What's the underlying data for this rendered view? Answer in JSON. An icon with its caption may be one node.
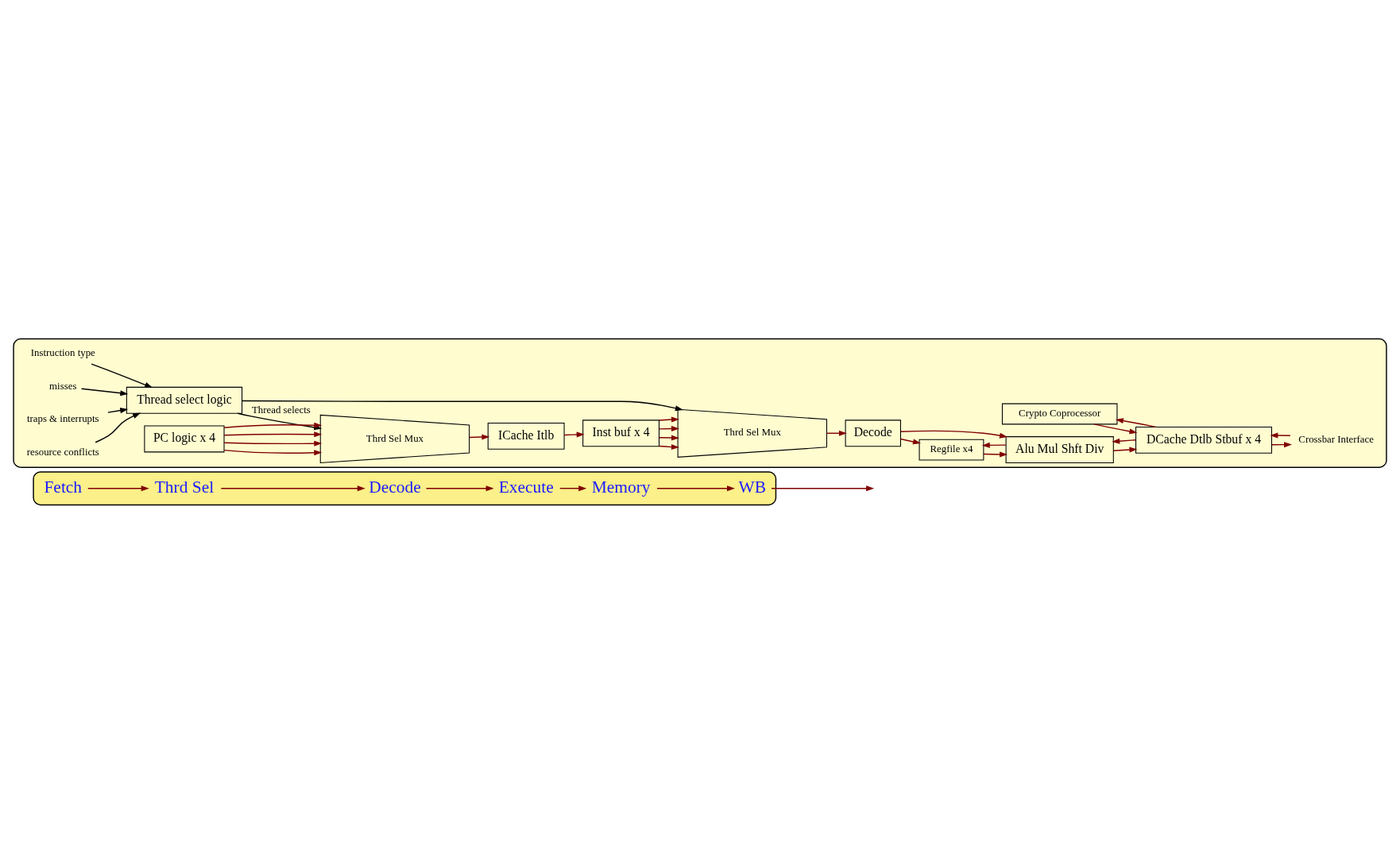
{
  "diagram": {
    "nodes": [
      {
        "text": [],
        "shape": "band"
      },
      {
        "text": [
          "Fetch"
        ],
        "in": 0
      },
      {
        "text": [
          "Thrd Sel"
        ],
        "in": 0
      },
      {
        "text": [
          "Decode"
        ],
        "in": 0
      },
      {
        "text": [
          "Execute"
        ],
        "in": 0
      },
      {
        "text": [
          "Memory"
        ],
        "in": 0
      },
      {
        "text": [
          "WB"
        ],
        "in": 0
      },
      {
        "text": [],
        "shape": "box"
      },
      {
        "text": [
          "ICache Itlb"
        ],
        "in": 7
      },
      {
        "text": [
          "Inst buf x 4"
        ],
        "in": 7
      },
      {
        "text": [
          "Thrd Sel Mux"
        ],
        "in": 7
      },
      {
        "text": [
          "Decode"
        ],
        "in": 7
      },
      {
        "text": [
          "Regfile x4"
        ],
        "in": 7
      },
      {
        "text": [
          "Alu Mul Shft Div"
        ],
        "in": 7
      },
      {
        "text": [
          "Crypto Coprocessor"
        ],
        "in": 7
      },
      {
        "text": [
          "DCache Dtlb Stbuf x 4"
        ],
        "in": 7
      },
      {
        "text": [
          "Crossbar Interface"
        ],
        "in": 7
      },
      {
        "text": [
          "Thread select logic"
        ],
        "in": 7
      },
      {
        "text": [
          "Instruction type"
        ],
        "in": 7
      },
      {
        "text": [
          "misses"
        ],
        "in": 7
      },
      {
        "text": [
          "traps & interrupts"
        ],
        "in": 7
      },
      {
        "text": [
          "resource conflicts"
        ],
        "in": 7
      },
      {
        "text": [
          "Thrd Sel Mux"
        ],
        "in": 7
      },
      {
        "text": [
          "PC logic x 4"
        ],
        "in": 7
      }
    ],
    "edges": [
      {
        "from": 1,
        "to": 2,
        "arrow": "to"
      },
      {
        "from": 2,
        "to": 3,
        "arrow": "to"
      },
      {
        "from": 3,
        "to": 4,
        "arrow": "to"
      },
      {
        "from": 4,
        "to": 5,
        "arrow": "to"
      },
      {
        "from": 5,
        "to": 6,
        "arrow": "to"
      },
      {
        "from": 6,
        "to": null,
        "arrow": "to"
      },
      {
        "from": 8,
        "to": 9,
        "arrow": "to"
      },
      {
        "from": 9,
        "to": 10,
        "arrow": "to"
      },
      {
        "from": 9,
        "to": 10,
        "arrow": "to"
      },
      {
        "from": 9,
        "to": 10,
        "arrow": "to"
      },
      {
        "from": 9,
        "to": 10,
        "arrow": "to"
      },
      {
        "from": 10,
        "to": 11,
        "arrow": "to"
      },
      {
        "from": 11,
        "to": 12,
        "arrow": "to"
      },
      {
        "from": 12,
        "to": 13,
        "arrow": "to"
      },
      {
        "from": 13,
        "to": 12,
        "arrow": "to"
      },
      {
        "from": 11,
        "to": 13,
        "arrow": "to"
      },
      {
        "from": 13,
        "to": 15,
        "arrow": "to"
      },
      {
        "from": 15,
        "to": 13,
        "arrow": "to"
      },
      {
        "from": 15,
        "to": 14,
        "arrow": "to"
      },
      {
        "from": 14,
        "to": 15,
        "arrow": "to"
      },
      {
        "from": 15,
        "to": 16,
        "arrow": "to"
      },
      {
        "from": 16,
        "to": 15,
        "arrow": "to"
      },
      {
        "from": 18,
        "to": 17,
        "arrow": "to",
        "color": "#000000"
      },
      {
        "from": 19,
        "to": 17,
        "arrow": "to",
        "color": "#000000"
      },
      {
        "from": 20,
        "to": 17,
        "arrow": "to",
        "color": "#000000"
      },
      {
        "from": 21,
        "to": 17,
        "arrow": "to",
        "color": "#000000"
      },
      {
        "from": 17,
        "to": 10,
        "arrow": "to",
        "color": "#000000"
      },
      {
        "from": 17,
        "to": 22,
        "label": "Thread selects",
        "arrow": "to",
        "color": "#000000"
      },
      {
        "from": 23,
        "to": 22,
        "arrow": "to"
      },
      {
        "from": 23,
        "to": 22,
        "arrow": "to"
      },
      {
        "from": 23,
        "to": 22,
        "arrow": "to"
      },
      {
        "from": 23,
        "to": 22,
        "arrow": "to"
      },
      {
        "from": 22,
        "to": 8,
        "arrow": "to"
      }
    ]
  }
}
